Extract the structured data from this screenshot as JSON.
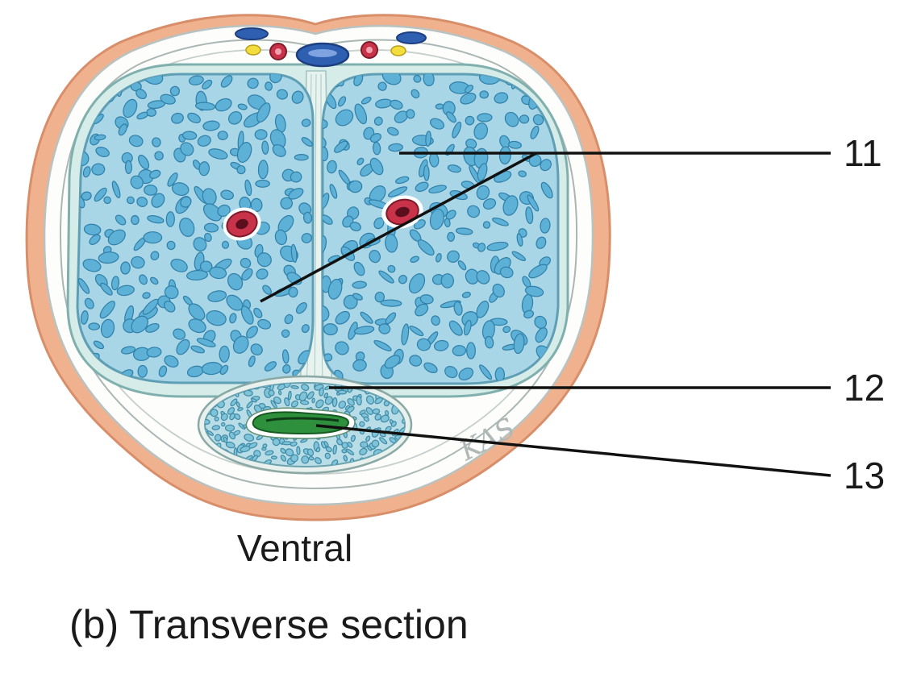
{
  "labels": {
    "callout_11": "11",
    "callout_12": "12",
    "callout_13": "13",
    "orientation": "Ventral",
    "caption": "(b) Transverse section",
    "signature": "KAS"
  },
  "colors": {
    "skin": "#f0b28e",
    "skin_edge": "#d98e6a",
    "tissue": "#ffffff",
    "erectile_fill": "#a9d6e6",
    "erectile_edge": "#5f9fb6",
    "sinus": "#5db0d6",
    "sinus_edge": "#2f7fa8",
    "artery": "#c8334a",
    "vein": "#2f5fb0",
    "nerve": "#f2dd3c",
    "urethra": "#2e8f3c",
    "leader_line": "#111111"
  },
  "icons": {
    "deep_artery": "artery-cross-section-icon",
    "dorsal_vein": "vein-cross-section-icon",
    "dorsal_nerve": "nerve-cross-section-icon",
    "urethra": "urethra-lumen-icon"
  }
}
